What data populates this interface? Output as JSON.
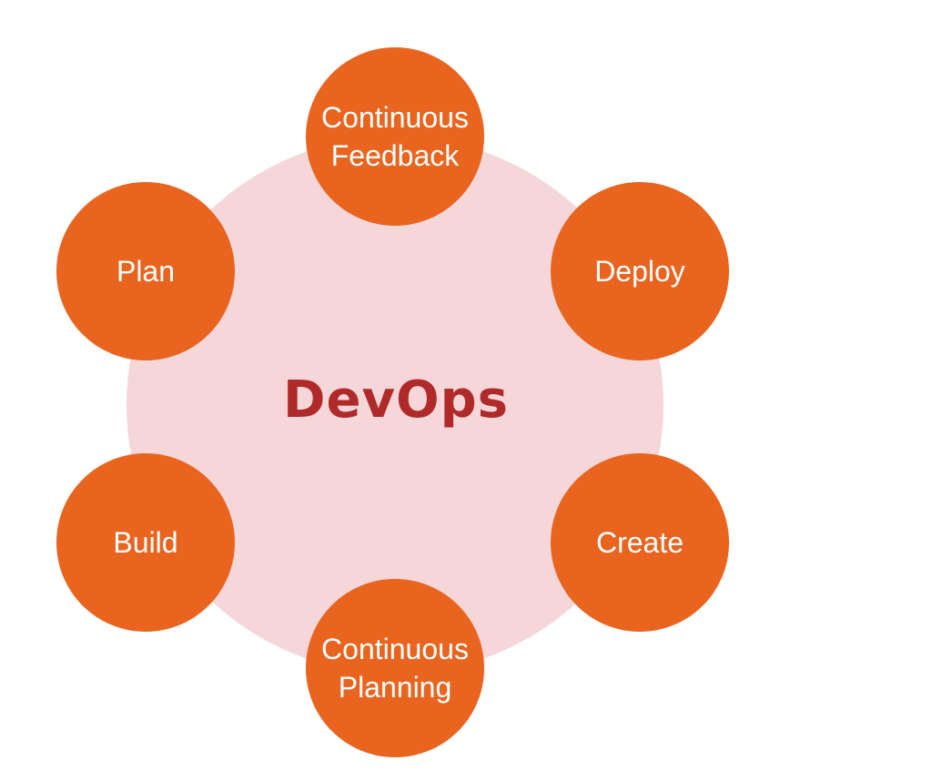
{
  "diagram": {
    "center": {
      "label": "DevOps"
    },
    "nodes": [
      {
        "label": "Continuous\nFeedback"
      },
      {
        "label": "Deploy"
      },
      {
        "label": "Create"
      },
      {
        "label": "Continuous\nPlanning"
      },
      {
        "label": "Build"
      },
      {
        "label": "Plan"
      }
    ]
  },
  "colors": {
    "node_fill": "#e8641f",
    "hub_fill": "#f5d7da",
    "center_text": "#b02a2a",
    "node_text": "#ffffff"
  }
}
